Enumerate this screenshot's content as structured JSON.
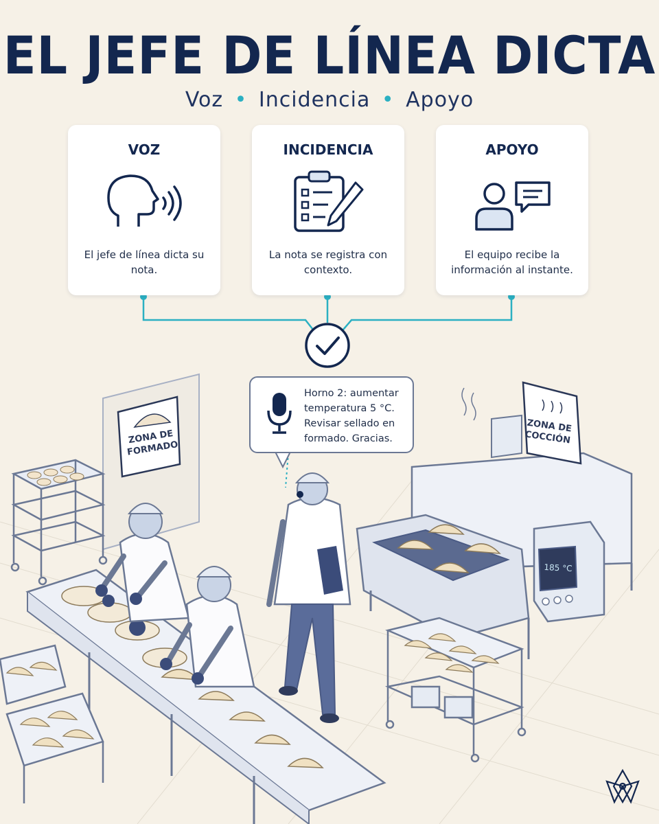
{
  "title": "EL JEFE DE LÍNEA DICTA",
  "subtitle": {
    "items": [
      "Voz",
      "Incidencia",
      "Apoyo"
    ],
    "separator": "•"
  },
  "cards": [
    {
      "heading": "VOZ",
      "icon": "speaking-head-icon",
      "text": "El jefe de línea dicta su nota."
    },
    {
      "heading": "INCIDENCIA",
      "icon": "clipboard-pencil-icon",
      "text": "La nota se registra con contexto."
    },
    {
      "heading": "APOYO",
      "icon": "person-chat-icon",
      "text": "El equipo recibe la información al instante."
    }
  ],
  "hub": {
    "icon": "check-circle-icon"
  },
  "bubble": {
    "icon": "microphone-icon",
    "text": "Horno 2: aumentar temperatura 5 °C. Revisar sellado en formado. Gracias."
  },
  "signs": {
    "formado": "ZONA DE FORMADO",
    "coccion": "ZONA DE COCCIÓN"
  },
  "oven": {
    "display": "185 °C"
  },
  "logo": {
    "icon": "flower-logo-icon"
  },
  "colors": {
    "navy": "#13274f",
    "teal": "#2bb0c2",
    "background": "#f6f1e7",
    "card": "#ffffff",
    "line_art": "#6b7894",
    "fill_blue": "#d9e2f0"
  }
}
